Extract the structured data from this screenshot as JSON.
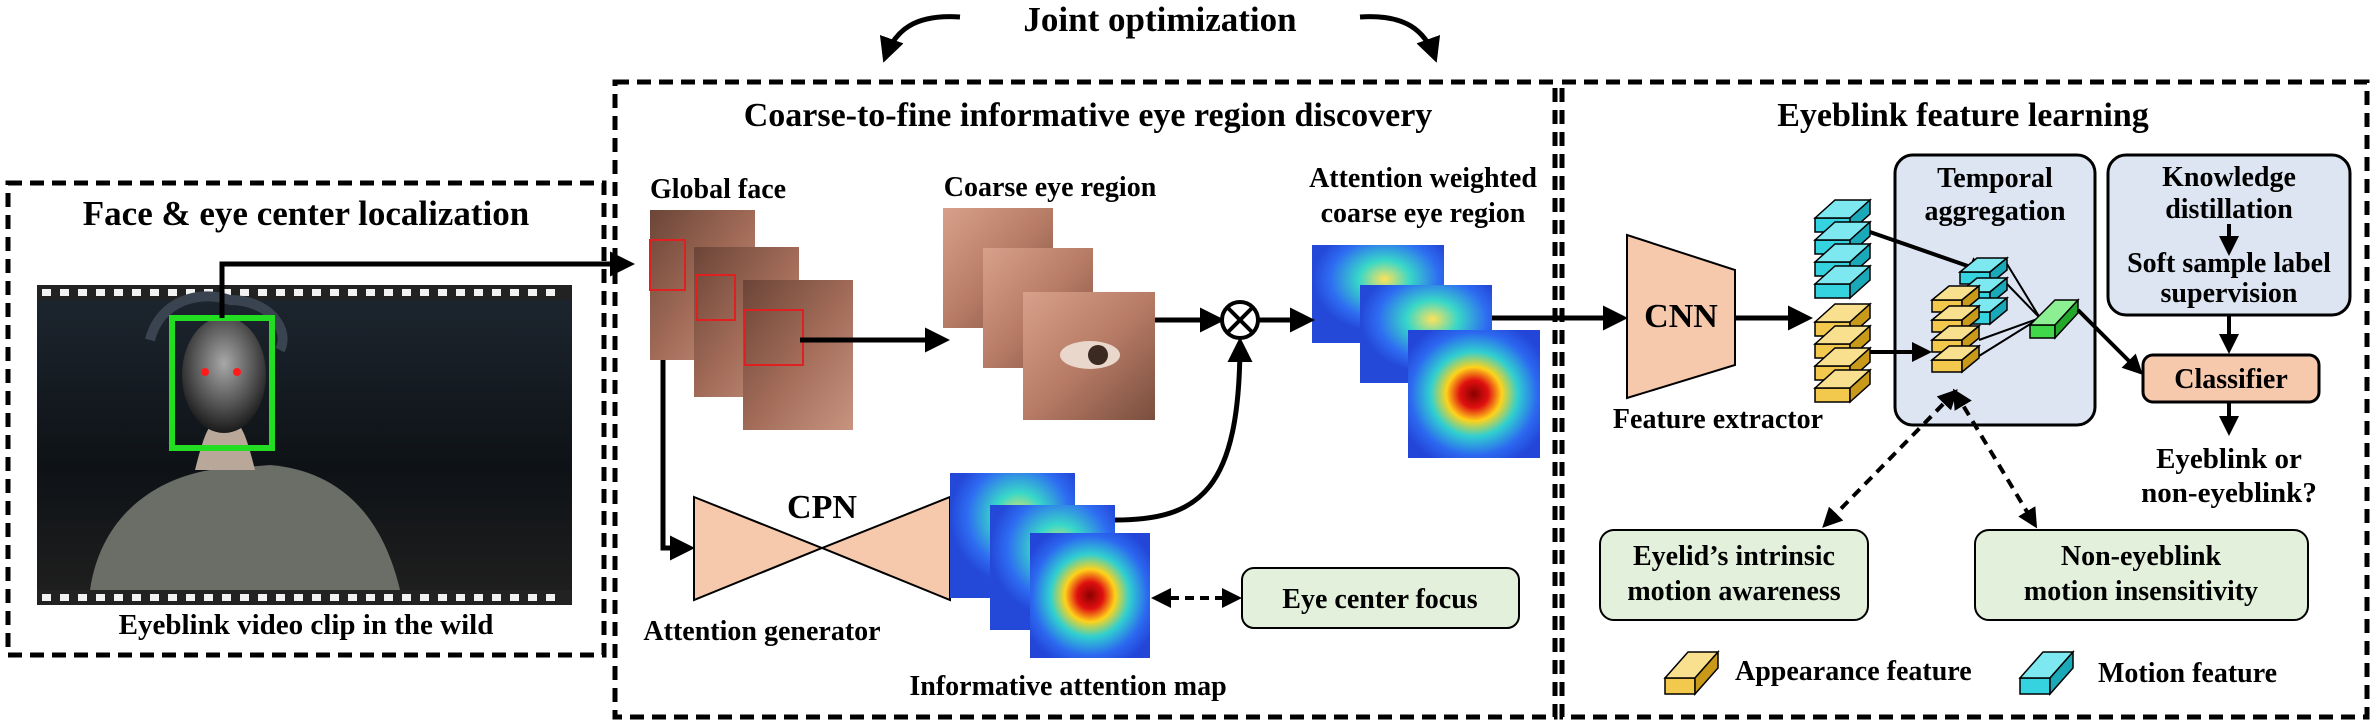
{
  "joint_optimization": "Joint optimization",
  "panel_localization": {
    "title": "Face & eye center localization",
    "caption": "Eyeblink video clip in the wild"
  },
  "panel_discovery": {
    "title": "Coarse-to-fine informative eye region discovery",
    "global_face": "Global face",
    "coarse_eye_region": "Coarse eye region",
    "attention_weighted_line1": "Attention weighted",
    "attention_weighted_line2": "coarse eye region",
    "cpn": "CPN",
    "attention_generator": "Attention generator",
    "informative_attention_map": "Informative attention map",
    "eye_center_focus": "Eye center focus"
  },
  "panel_learning": {
    "title": "Eyeblink feature learning",
    "cnn": "CNN",
    "feature_extractor": "Feature extractor",
    "temporal_aggregation_line1": "Temporal",
    "temporal_aggregation_line2": "aggregation",
    "knowledge_distillation_line1": "Knowledge",
    "knowledge_distillation_line2": "distillation",
    "soft_label_line1": "Soft sample label",
    "soft_label_line2": "supervision",
    "classifier": "Classifier",
    "output_line1": "Eyeblink or",
    "output_line2": "non-eyeblink?",
    "eyelid_line1": "Eyelid’s intrinsic",
    "eyelid_line2": "motion awareness",
    "noneyeblink_line1": "Non-eyeblink",
    "noneyeblink_line2": "motion insensitivity",
    "legend_appearance": "Appearance feature",
    "legend_motion": "Motion feature"
  },
  "colors": {
    "peach": "#f6c9ad",
    "green_box": "#e3f0dc",
    "blue_box": "#dde5f3",
    "appearance": "#f2c94c",
    "motion": "#35d3e0",
    "aggregate_green": "#40d84a",
    "face_box": "#22dd22"
  }
}
